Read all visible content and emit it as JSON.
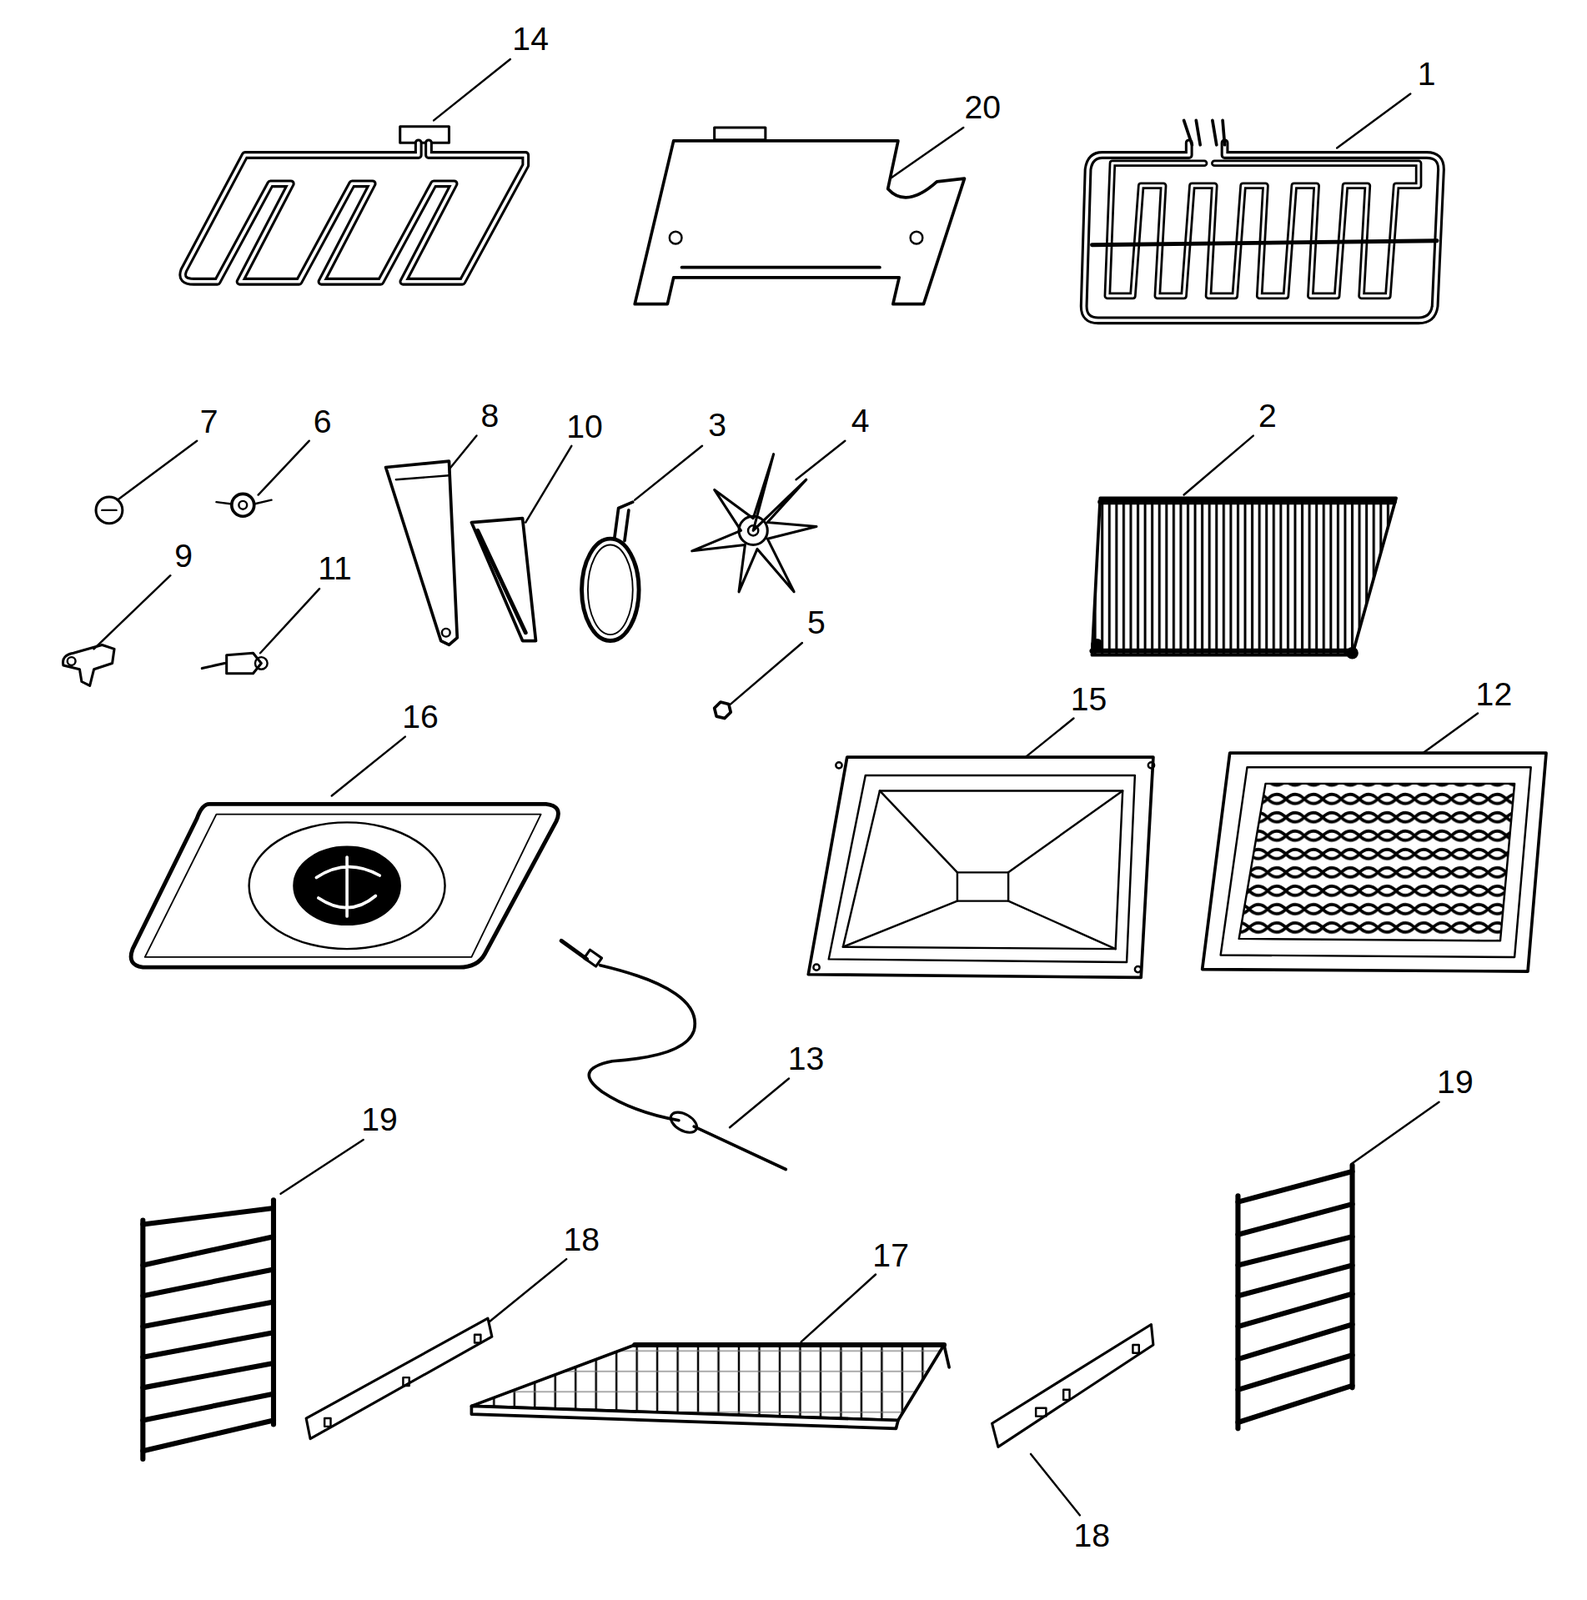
{
  "diagram": {
    "labels": [
      "14",
      "20",
      "1",
      "7",
      "6",
      "8",
      "10",
      "3",
      "4",
      "2",
      "9",
      "11",
      "5",
      "16",
      "15",
      "12",
      "13",
      "19",
      "19",
      "18",
      "17",
      "18"
    ]
  }
}
